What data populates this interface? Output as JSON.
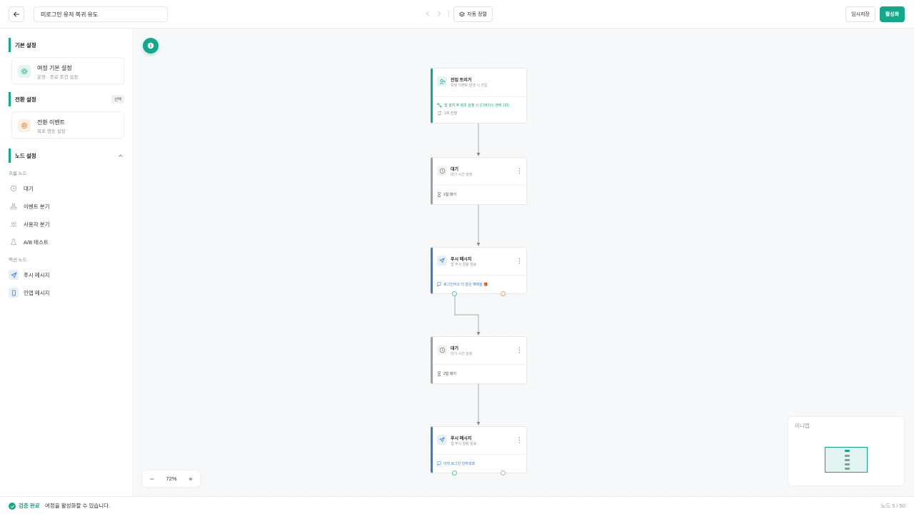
{
  "topbar": {
    "journey_name": "미로그인 유저 복귀 유도",
    "auto_arrange_label": "자동 정렬",
    "draft_save_label": "임시저장",
    "activate_label": "활성화"
  },
  "sidebar": {
    "basic_section": {
      "title": "기본 설정",
      "card_title": "여정 기본 설정",
      "card_sub": "운영 · 종료 조건 설정"
    },
    "conversion_section": {
      "title": "전환 설정",
      "badge": "선택",
      "card_title": "전환 이벤트",
      "card_sub": "목표 행동 설정"
    },
    "node_section": {
      "title": "노드 설정",
      "flow_group": "흐름 노드",
      "flow_items": [
        "대기",
        "이벤트 분기",
        "사용자 분기",
        "A/B 테스트"
      ],
      "action_group": "액션 노드",
      "action_items": [
        "푸시 메시지",
        "인앱 메시지"
      ]
    }
  },
  "canvas": {
    "nodes": [
      {
        "title": "진입 트리거",
        "sub": "특정 이벤트 발생 시 진입",
        "detail": "앱 설치 후 최초 실행 시 (디바이스 생애 1회)",
        "extra": "1회 진행"
      },
      {
        "title": "대기",
        "sub": "대기 시간 설정",
        "detail": "1일 대기"
      },
      {
        "title": "푸시 메시지",
        "sub": "앱 푸시 알림 발송",
        "detail": "로그인하고 더 많은 혜택을 🎁"
      },
      {
        "title": "대기",
        "sub": "대기 시간 설정",
        "detail": "2일 대기"
      },
      {
        "title": "푸시 메시지",
        "sub": "앱 푸시 알림 발송",
        "detail": "아직 로그인 안하셨죠"
      }
    ],
    "zoom": "72%",
    "minimap_title": "미니맵"
  },
  "statusbar": {
    "status": "검증 완료",
    "message": "여정을 활성화할 수 있습니다.",
    "node_count": "노드 5 / 50"
  },
  "colors": {
    "accent": "#12a88a",
    "push": "#2f7fd6",
    "wait": "#9aa0a6",
    "conversion": "#f08a3c"
  }
}
